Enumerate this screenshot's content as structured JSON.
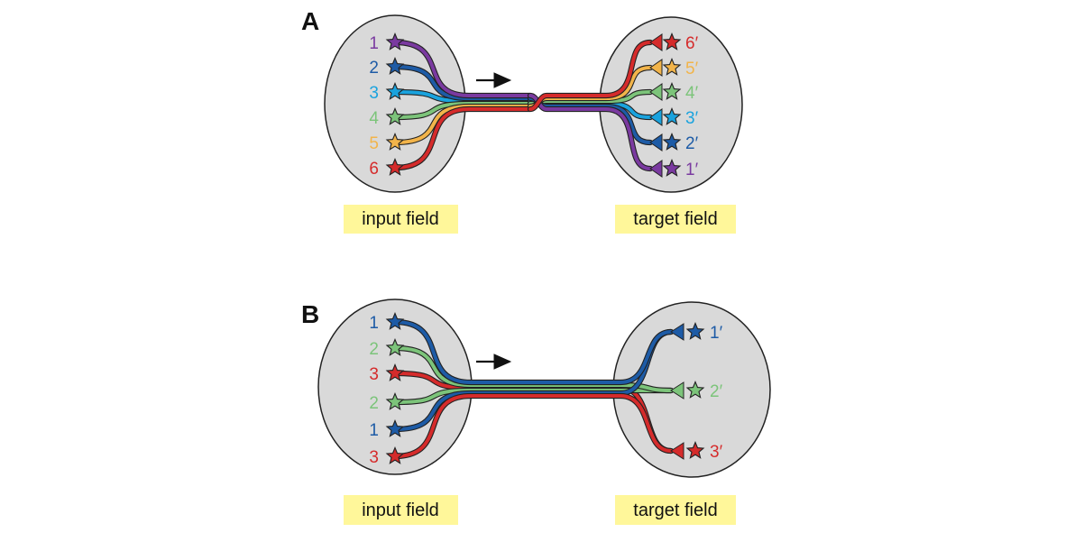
{
  "colors": {
    "purple": "#7a3aa0",
    "blue": "#1d5ba6",
    "cyan": "#1aa3de",
    "green": "#7cc47a",
    "orange": "#f2b44a",
    "red": "#d52b2b",
    "field_fill": "#d9d9d9",
    "label_bg": "#fff79a"
  },
  "panels": [
    {
      "letter": "A",
      "input_label": "input field",
      "target_label": "target field",
      "inputs": [
        {
          "label": "1",
          "color": "purple"
        },
        {
          "label": "2",
          "color": "blue"
        },
        {
          "label": "3",
          "color": "cyan"
        },
        {
          "label": "4",
          "color": "green"
        },
        {
          "label": "5",
          "color": "orange"
        },
        {
          "label": "6",
          "color": "red"
        }
      ],
      "targets": [
        {
          "label": "6′",
          "color": "red"
        },
        {
          "label": "5′",
          "color": "orange"
        },
        {
          "label": "4′",
          "color": "green"
        },
        {
          "label": "3′",
          "color": "cyan"
        },
        {
          "label": "2′",
          "color": "blue"
        },
        {
          "label": "1′",
          "color": "purple"
        }
      ]
    },
    {
      "letter": "B",
      "input_label": "input field",
      "target_label": "target field",
      "inputs": [
        {
          "label": "1",
          "color": "blue"
        },
        {
          "label": "2",
          "color": "green"
        },
        {
          "label": "3",
          "color": "red"
        },
        {
          "label": "2",
          "color": "green"
        },
        {
          "label": "1",
          "color": "blue"
        },
        {
          "label": "3",
          "color": "red"
        }
      ],
      "targets": [
        {
          "label": "1′",
          "color": "blue"
        },
        {
          "label": "2′",
          "color": "green"
        },
        {
          "label": "3′",
          "color": "red"
        }
      ]
    }
  ]
}
